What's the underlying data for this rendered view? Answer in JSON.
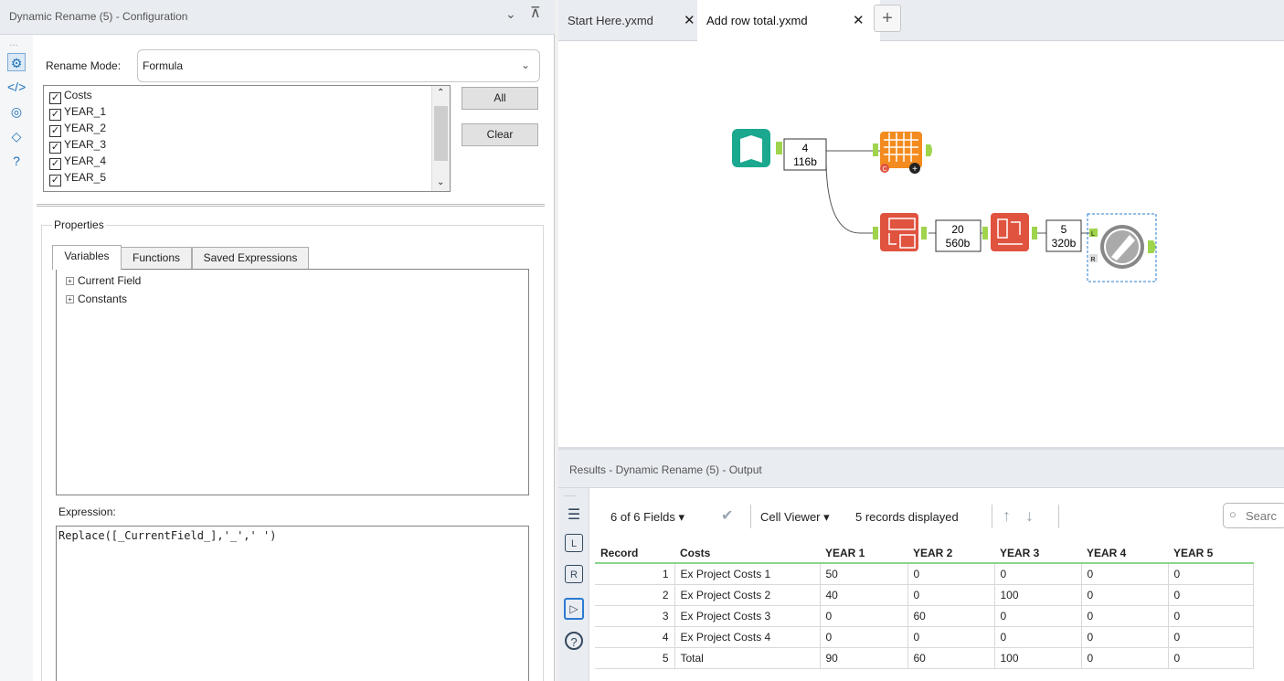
{
  "config": {
    "title": "Dynamic Rename (5) - Configuration",
    "rename_mode_label": "Rename Mode:",
    "rename_mode_value": "Formula",
    "fields": [
      {
        "name": "Costs",
        "checked": true
      },
      {
        "name": "YEAR_1",
        "checked": true
      },
      {
        "name": "YEAR_2",
        "checked": true
      },
      {
        "name": "YEAR_3",
        "checked": true
      },
      {
        "name": "YEAR_4",
        "checked": true
      },
      {
        "name": "YEAR_5",
        "checked": true
      }
    ],
    "all_label": "All",
    "clear_label": "Clear",
    "properties_label": "Properties",
    "tabs": [
      "Variables",
      "Functions",
      "Saved Expressions"
    ],
    "tree": [
      "Current Field",
      "Constants"
    ],
    "expression_label": "Expression:",
    "expression": "Replace([_CurrentField_],'_',' ')"
  },
  "doc_tabs": [
    {
      "label": "Start Here.yxmd"
    },
    {
      "label": "Add row total.yxmd"
    }
  ],
  "workflow": {
    "badges": [
      {
        "count": "4",
        "size": "116b"
      },
      {
        "count": "20",
        "size": "560b"
      },
      {
        "count": "5",
        "size": "320b"
      }
    ],
    "anchor_L": "L",
    "anchor_R": "R",
    "anchor_C": "C"
  },
  "results": {
    "title": "Results - Dynamic Rename (5) - Output",
    "fields_label": "6 of 6 Fields",
    "cell_viewer_label": "Cell Viewer",
    "records_label": "5 records displayed",
    "search_placeholder": "Searc",
    "columns": [
      "Record",
      "Costs",
      "YEAR 1",
      "YEAR 2",
      "YEAR 3",
      "YEAR 4",
      "YEAR 5"
    ],
    "rows": [
      [
        "1",
        "Ex Project Costs 1",
        "50",
        "0",
        "0",
        "0",
        "0"
      ],
      [
        "2",
        "Ex Project Costs 2",
        "40",
        "0",
        "100",
        "0",
        "0"
      ],
      [
        "3",
        "Ex Project Costs 3",
        "0",
        "60",
        "0",
        "0",
        "0"
      ],
      [
        "4",
        "Ex Project Costs 4",
        "0",
        "0",
        "0",
        "0",
        "0"
      ],
      [
        "5",
        "Total",
        "90",
        "60",
        "100",
        "0",
        "0"
      ]
    ]
  },
  "colors": {
    "input_tool": "#1aa88f",
    "orange_tool": "#f38b1f",
    "red_tool": "#e0533f",
    "connector_green": "#9fd44c"
  }
}
